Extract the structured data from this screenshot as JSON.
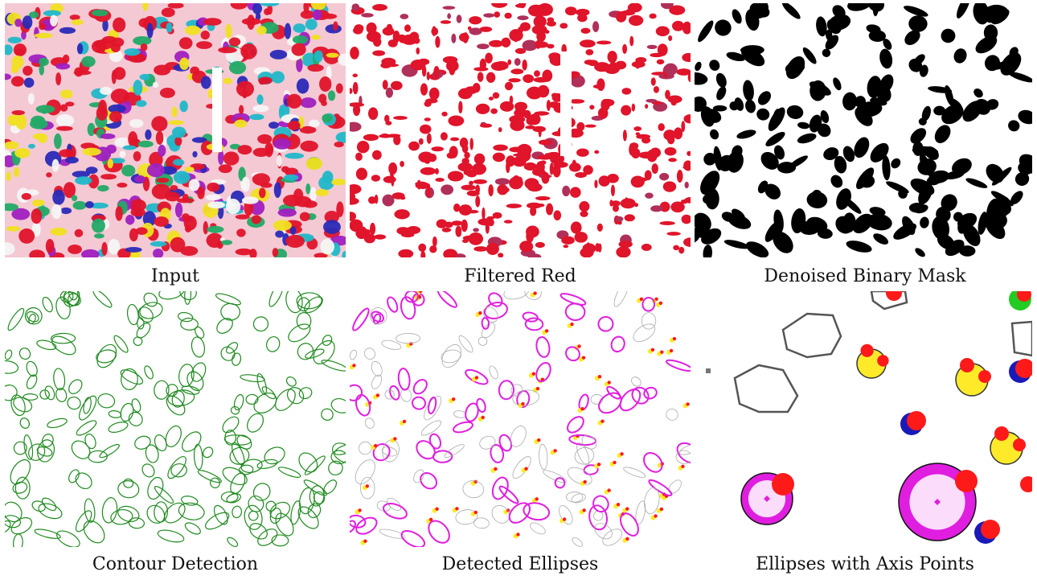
{
  "panels": [
    {
      "id": "input",
      "caption": "Input"
    },
    {
      "id": "filtered-red",
      "caption": "Filtered Red"
    },
    {
      "id": "binary-mask",
      "caption": "Denoised Binary Mask"
    },
    {
      "id": "contours",
      "caption": "Contour Detection"
    },
    {
      "id": "ellipses",
      "caption": "Detected Ellipses"
    },
    {
      "id": "axis-points",
      "caption": "Ellipses with Axis Points"
    }
  ],
  "colors": {
    "blob_red": "#e0142a",
    "blob_pink": "#f2c6cf",
    "mask_black": "#000000",
    "contour_green": "#1f8a1f",
    "ellipse_magenta": "#e01ee0",
    "axis_yellow": "#ffea2a",
    "axis_red": "#ff1a1a",
    "axis_blue": "#1a1ab8",
    "axis_green": "#22cc22",
    "outline_gray": "#555555"
  }
}
